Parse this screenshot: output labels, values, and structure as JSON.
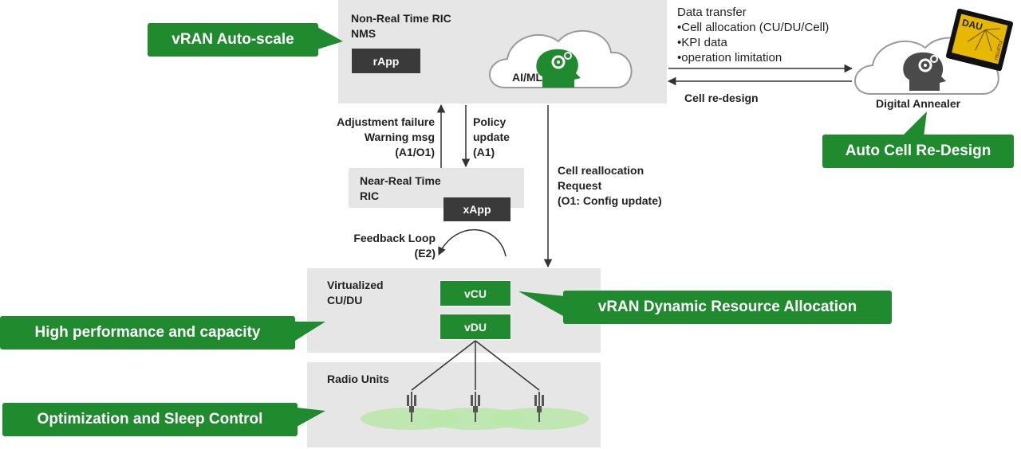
{
  "non_rt_ric": {
    "title": "Non-Real Time RIC\nNMS",
    "rapp": "rApp",
    "ai_label": "AI/ML"
  },
  "near_rt_ric": {
    "title": "Near-Real Time\nRIC",
    "xapp": "xApp"
  },
  "virtualized": {
    "title": "Virtualized\nCU/DU",
    "vcu": "vCU",
    "vdu": "vDU"
  },
  "radio_units": {
    "title": "Radio Units"
  },
  "digital_annealer": {
    "label": "Digital Annealer",
    "chip_text": "DAU",
    "chip_brand": "FUJITSU"
  },
  "flows": {
    "data_transfer": "Data transfer\n•Cell allocation (CU/DU/Cell)\n•KPI data\n•operation limitation",
    "cell_redesign": "Cell re-design",
    "adjustment": "Adjustment failure\nWarning msg\n(A1/O1)",
    "policy": "Policy\nupdate\n(A1)",
    "cell_realloc": "Cell reallocation\nRequest\n(O1: Config update)",
    "feedback": "Feedback Loop\n(E2)"
  },
  "callouts": {
    "autoscale": "vRAN Auto-scale",
    "auto_cell": "Auto Cell Re-Design",
    "dynamic": "vRAN Dynamic Resource Allocation",
    "high_perf": "High performance and capacity",
    "optimization": "Optimization and Sleep Control"
  },
  "colors": {
    "accent": "#1f8a2e",
    "panel": "#e6e6e6",
    "dark": "#3a3a3a",
    "coverage": "#b9e6a8"
  }
}
